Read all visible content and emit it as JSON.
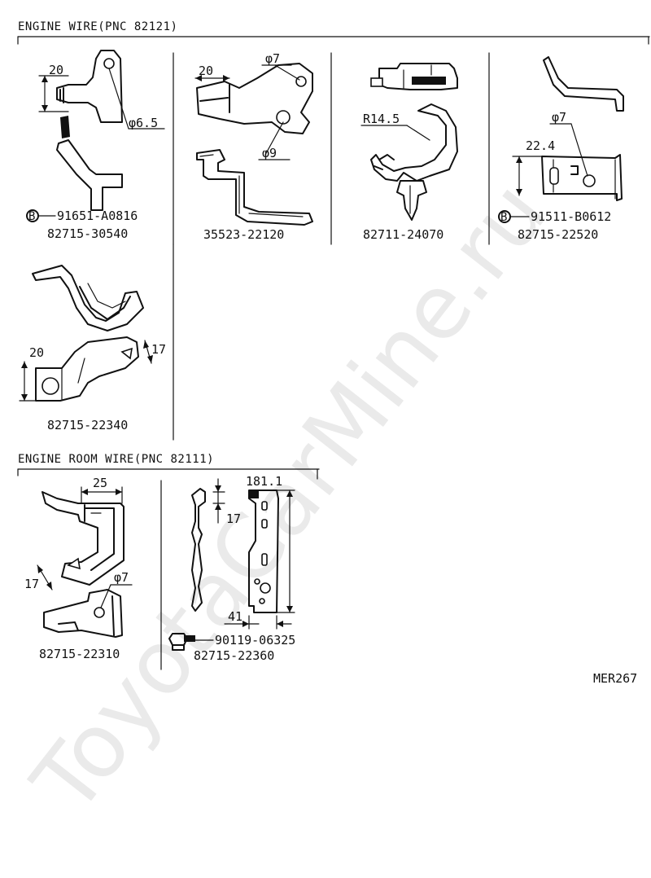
{
  "sections": [
    {
      "title": "ENGINE WIRE(PNC 82121)"
    },
    {
      "title": "ENGINE ROOM WIRE(PNC 82111)"
    }
  ],
  "parts": [
    {
      "part_no": "82715-30540",
      "bolt_no": "91651-A0816",
      "bolt_symbol": "B",
      "dims": [
        "20",
        "φ6.5"
      ]
    },
    {
      "part_no": "35523-22120",
      "dims": [
        "20",
        "φ7",
        "φ9"
      ]
    },
    {
      "part_no": "82711-24070",
      "dims": [
        "R14.5"
      ]
    },
    {
      "part_no": "82715-22520",
      "bolt_no": "91511-B0612",
      "bolt_symbol": "B",
      "dims": [
        "φ7",
        "22.4"
      ]
    },
    {
      "part_no": "82715-22340",
      "dims": [
        "20",
        "17"
      ]
    },
    {
      "part_no": "82715-22310",
      "dims": [
        "25",
        "17",
        "φ7"
      ]
    },
    {
      "part_no": "82715-22360",
      "bolt_no": "90119-06325",
      "dims": [
        "181.1",
        "17",
        "41"
      ]
    }
  ],
  "figure_code": "MER267",
  "watermark": "ToyotaCarMine.ru"
}
